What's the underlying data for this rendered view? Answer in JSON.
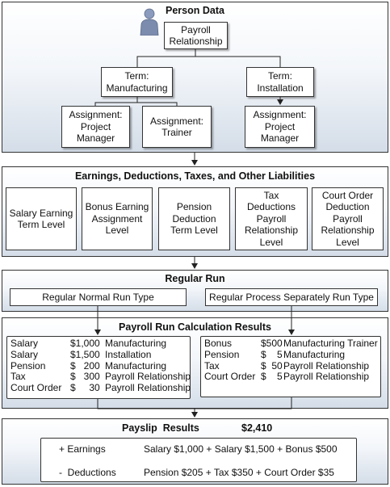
{
  "person": {
    "title": "Person Data",
    "payroll_relationship": [
      "Payroll",
      "Relationship"
    ],
    "term_manufacturing": [
      "Term:",
      "Manufacturing"
    ],
    "term_installation": [
      "Term:",
      "Installation"
    ],
    "assignment_pm_1": [
      "Assignment:",
      "Project",
      "Manager"
    ],
    "assignment_trainer": [
      "Assignment:",
      "Trainer"
    ],
    "assignment_pm_2": [
      "Assignment:",
      "Project",
      "Manager"
    ]
  },
  "earnings": {
    "title": "Earnings, Deductions, Taxes, and Other Liabilities",
    "boxes": [
      [
        "Salary Earning",
        "Term Level"
      ],
      [
        "Bonus Earning",
        "Assignment",
        "Level"
      ],
      [
        "Pension",
        "Deduction",
        "Term Level"
      ],
      [
        "Tax",
        "Deductions",
        "Payroll",
        "Relationship",
        "Level"
      ],
      [
        "Court Order",
        "Deduction",
        "Payroll",
        "Relationship",
        "Level"
      ]
    ]
  },
  "regular_run": {
    "title": "Regular Run",
    "normal": "Regular Normal Run Type",
    "separate": "Regular Process Separately Run Type"
  },
  "calc": {
    "title": "Payroll Run Calculation Results",
    "left": [
      [
        "Salary",
        "$1,000",
        "Manufacturing"
      ],
      [
        "Salary",
        "$1,500",
        "Installation"
      ],
      [
        "Pension",
        "$   200",
        "Manufacturing"
      ],
      [
        "Tax",
        "$   300",
        "Payroll Relationship"
      ],
      [
        "Court Order",
        "$     30",
        "Payroll Relationship"
      ]
    ],
    "right": [
      [
        "Bonus",
        "$500",
        "Manufacturing Trainer"
      ],
      [
        "Pension",
        "$    5",
        "Manufacturing"
      ],
      [
        "Tax",
        "$  50",
        "Payroll Relationship"
      ],
      [
        "Court Order",
        "$    5",
        "Payroll Relationship"
      ]
    ]
  },
  "payslip": {
    "title": "Payslip  Results",
    "total": "$2,410",
    "earnings_label": "+ Earnings",
    "earnings_value": "Salary $1,000 + Salary $1,500 + Bonus $500",
    "deductions_label": "-  Deductions",
    "deductions_value": "Pension $205 + Tax $350 + Court Order $35"
  },
  "colors": {
    "icon": "#7f8fb0",
    "line": "#222222"
  }
}
